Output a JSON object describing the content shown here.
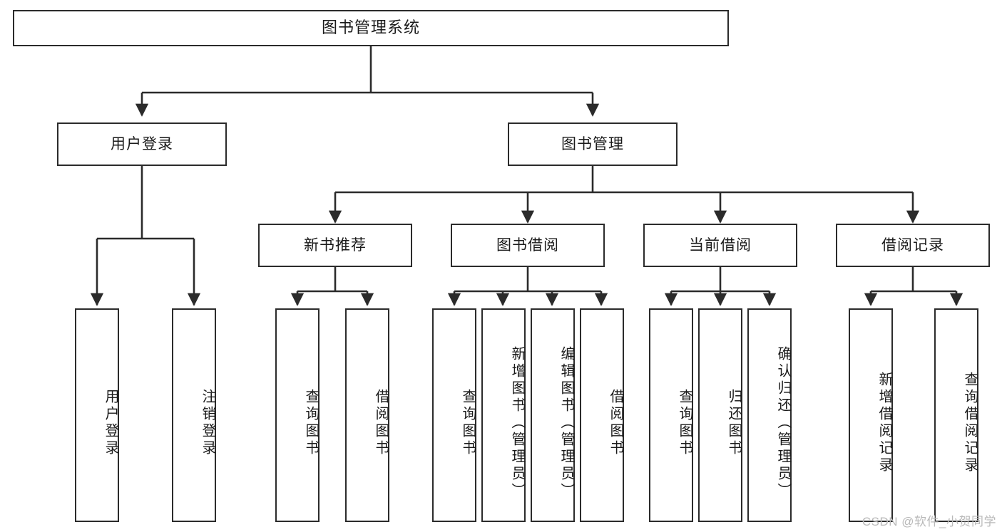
{
  "diagram": {
    "type": "tree",
    "title": "图书管理系统",
    "orientation": "top-down",
    "style": {
      "box_fill": "#ffffff",
      "box_border": "#2b2b2b",
      "edge_color": "#2b2b2b",
      "text_color": "#1a1a1a",
      "background": "#ffffff"
    }
  },
  "root": {
    "label": "图书管理系统"
  },
  "level2": [
    {
      "label": "用户登录"
    },
    {
      "label": "图书管理"
    }
  ],
  "level3": [
    {
      "label": "新书推荐"
    },
    {
      "label": "图书借阅"
    },
    {
      "label": "当前借阅"
    },
    {
      "label": "借阅记录"
    }
  ],
  "leaves": {
    "user_login": [
      {
        "label": "用户登录"
      },
      {
        "label": "注销登录"
      }
    ],
    "new_book_recommend": [
      {
        "label": "查询图书"
      },
      {
        "label": "借阅图书"
      }
    ],
    "book_borrow": [
      {
        "label": "查询图书"
      },
      {
        "label": "新增图书（管理员）"
      },
      {
        "label": "编辑图书（管理员）"
      },
      {
        "label": "借阅图书"
      }
    ],
    "current_borrow": [
      {
        "label": "查询图书"
      },
      {
        "label": "归还图书"
      },
      {
        "label": "确认归还（管理员）"
      }
    ],
    "borrow_record": [
      {
        "label": "新增借阅记录"
      },
      {
        "label": "查询借阅记录"
      }
    ]
  },
  "watermark": {
    "text": "CSDN @软件_小贺同学"
  }
}
